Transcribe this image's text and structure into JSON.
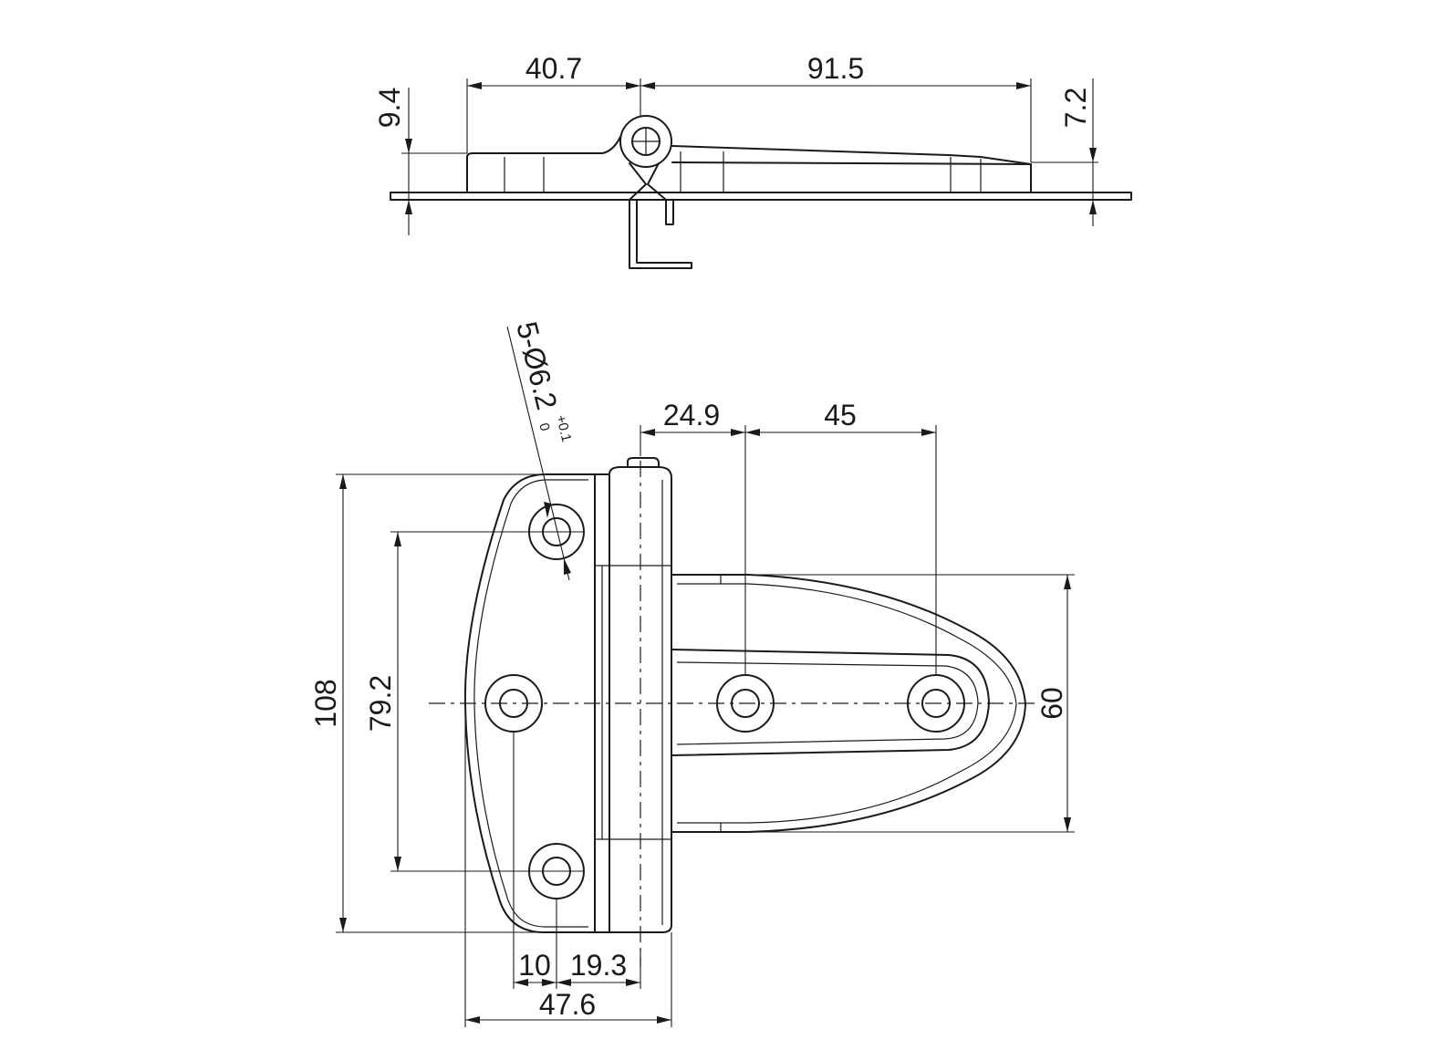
{
  "side_view": {
    "dim_hinge_leaf": "40.7",
    "dim_strap_leaf": "91.5",
    "dim_height_left": "9.4",
    "dim_height_right": "7.2"
  },
  "plan_view": {
    "hole_spec_main": "5-Ø6.2",
    "hole_spec_tol_upper": "+0.1",
    "hole_spec_tol_lower": "0",
    "dim_pin_to_hole": "24.9",
    "dim_hole_spacing": "45",
    "dim_overall_height": "108",
    "dim_hole_height": "79.2",
    "dim_strap_width": "60",
    "dim_hole_offset_a": "10",
    "dim_hole_offset_b": "19.3",
    "dim_leaf_width": "47.6"
  }
}
